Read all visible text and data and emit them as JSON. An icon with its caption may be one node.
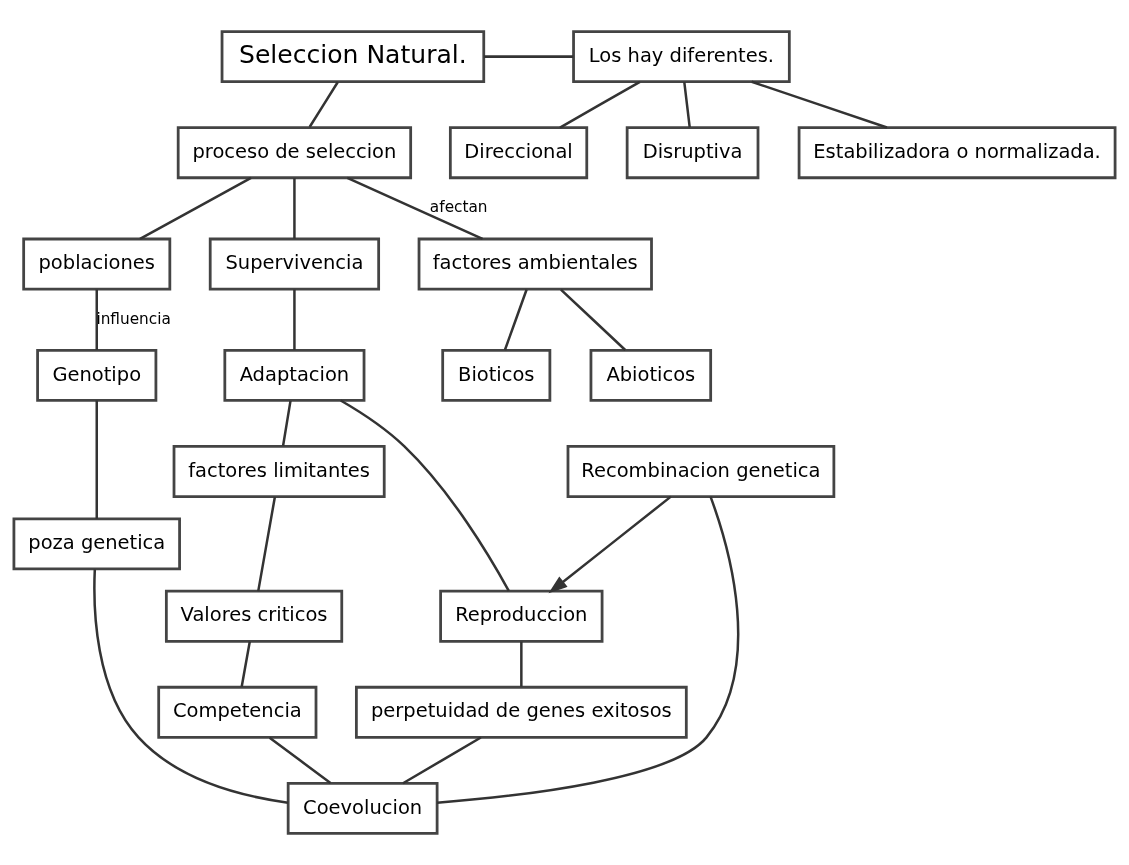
{
  "diagram": {
    "nodes": [
      {
        "text": [
          "Seleccion Natural."
        ]
      },
      {
        "text": [
          "Los hay diferentes."
        ]
      },
      {
        "text": [
          "proceso de seleccion"
        ]
      },
      {
        "text": [
          "Estabilizadora o normalizada."
        ]
      },
      {
        "text": [
          "poblaciones"
        ]
      },
      {
        "text": [
          "Supervivencia"
        ]
      },
      {
        "text": [
          "factores ambientales"
        ]
      },
      {
        "text": [
          "Direccional"
        ]
      },
      {
        "text": [
          "Genotipo"
        ]
      },
      {
        "text": [
          "Disruptiva"
        ]
      },
      {
        "text": [
          "Adaptacion"
        ]
      },
      {
        "text": [
          "Bioticos"
        ]
      },
      {
        "text": [
          "Reproduccion"
        ]
      },
      {
        "text": [
          "poza genetica"
        ]
      },
      {
        "text": [
          "Abioticos"
        ]
      },
      {
        "text": [
          "factores limitantes"
        ]
      },
      {
        "text": [
          "perpetuidad de genes exitosos"
        ]
      },
      {
        "text": [
          "Recombinacion genetica"
        ]
      },
      {
        "text": [
          "Valores criticos"
        ]
      },
      {
        "text": [
          "Competencia"
        ]
      },
      {
        "text": [
          "Coevolucion"
        ]
      }
    ],
    "edges": [
      {
        "from": 0,
        "to": 2,
        "arrow": "none"
      },
      {
        "from": 0,
        "to": 1,
        "arrow": "none"
      },
      {
        "from": 1,
        "to": 3,
        "arrow": "none"
      },
      {
        "from": 1,
        "to": 7,
        "arrow": "none"
      },
      {
        "from": 1,
        "to": 9,
        "arrow": "none"
      },
      {
        "from": 2,
        "to": 6,
        "arrow": "none",
        "label": "afectan"
      },
      {
        "from": 2,
        "to": 4,
        "arrow": "none"
      },
      {
        "from": 2,
        "to": 5,
        "arrow": "none"
      },
      {
        "from": 4,
        "to": 8,
        "arrow": "none",
        "label": "influencia"
      },
      {
        "from": 5,
        "to": 10,
        "arrow": "none"
      },
      {
        "from": 6,
        "to": 11,
        "arrow": "none"
      },
      {
        "from": 6,
        "to": 14,
        "arrow": "none"
      },
      {
        "from": 8,
        "to": 13,
        "arrow": "none"
      },
      {
        "from": 10,
        "to": 15,
        "arrow": "none"
      },
      {
        "from": 10,
        "to": 12,
        "arrow": "none"
      },
      {
        "from": 17,
        "to": 12,
        "arrow": "to"
      },
      {
        "from": 12,
        "to": 16,
        "arrow": "none"
      },
      {
        "from": 15,
        "to": 18,
        "arrow": "none"
      },
      {
        "from": 16,
        "to": 20,
        "arrow": "none"
      },
      {
        "from": 13,
        "to": 20,
        "arrow": "none"
      },
      {
        "from": 17,
        "to": 20,
        "arrow": "none"
      },
      {
        "from": 18,
        "to": 19,
        "arrow": "none"
      },
      {
        "from": 19,
        "to": 20,
        "arrow": "none"
      }
    ]
  }
}
